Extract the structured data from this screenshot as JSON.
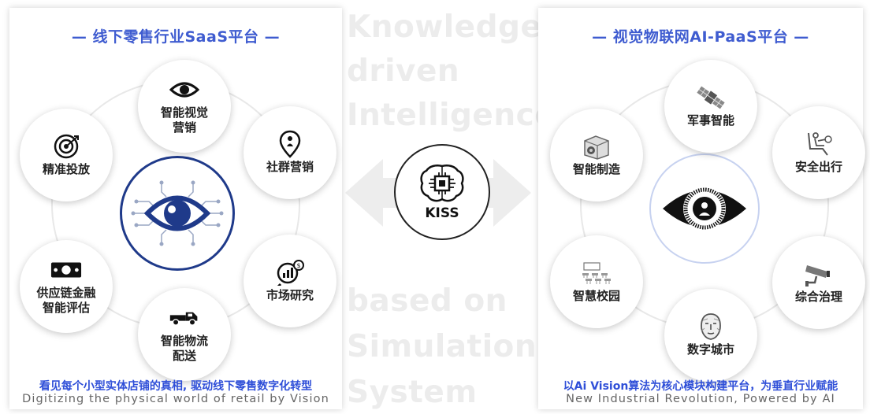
{
  "center": {
    "background_words": [
      "Knowledge",
      "driven",
      "Intelligence",
      "based on",
      "Simulation",
      "System"
    ],
    "kiss_label": "KISS"
  },
  "left_panel": {
    "title": "— 线下零售行业SaaS平台 —",
    "nodes": [
      {
        "label": "智能视觉\n营销",
        "icon": "eye-icon"
      },
      {
        "label": "社群营销",
        "icon": "location-person-icon"
      },
      {
        "label": "市场研究",
        "icon": "magnifier-chart-icon"
      },
      {
        "label": "智能物流\n配送",
        "icon": "truck-icon"
      },
      {
        "label": "供应链金融\n智能评估",
        "icon": "banknote-icon"
      },
      {
        "label": "精准投放",
        "icon": "target-icon"
      }
    ],
    "bottom_cn": "看见每个小型实体店铺的真相, 驱动线下零售数字化转型",
    "bottom_en": "Digitizing the physical world of retail by Vision"
  },
  "right_panel": {
    "title": "— 视觉物联网AI-PaaS平台 —",
    "nodes": [
      {
        "label": "军事智能",
        "icon": "satellite-icon"
      },
      {
        "label": "安全出行",
        "icon": "driver-seat-icon"
      },
      {
        "label": "综合治理",
        "icon": "cctv-camera-icon"
      },
      {
        "label": "数字城市",
        "icon": "face-icon"
      },
      {
        "label": "智慧校园",
        "icon": "classroom-icon"
      },
      {
        "label": "智能制造",
        "icon": "industrial-camera-icon"
      }
    ],
    "bottom_cn": "以Ai Vision算法为核心模块构建平台，为垂直行业赋能",
    "bottom_en": "New Industrial Revolution, Powered by AI"
  },
  "colors": {
    "accent_blue": "#3f5cd0",
    "eye_navy": "#1f3a8a",
    "text_dark": "#222222",
    "faint_text": "#ececec"
  }
}
